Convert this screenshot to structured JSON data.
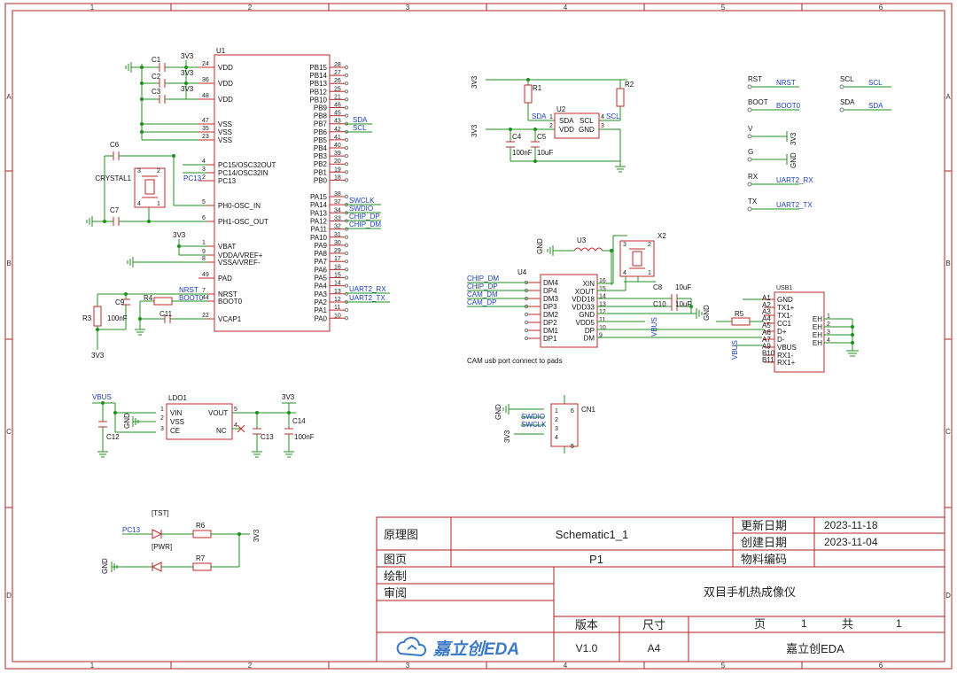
{
  "ruler": {
    "cols": [
      "1",
      "2",
      "3",
      "4",
      "5",
      "6"
    ],
    "rows": [
      "A",
      "B",
      "C",
      "D"
    ]
  },
  "u1": {
    "ref": "U1",
    "left_pins": [
      {
        "n": "24",
        "name": "VDD"
      },
      {
        "n": "36",
        "name": "VDD"
      },
      {
        "n": "48",
        "name": "VDD"
      },
      {
        "n": "47",
        "name": "VSS"
      },
      {
        "n": "35",
        "name": "VSS"
      },
      {
        "n": "23",
        "name": "VSS"
      },
      {
        "n": "4",
        "name": "PC15/OSC32OUT"
      },
      {
        "n": "3",
        "name": "PC14/OSC32IN"
      },
      {
        "n": "2",
        "name": "PC13"
      },
      {
        "n": "5",
        "name": "PH0-OSC_IN"
      },
      {
        "n": "6",
        "name": "PH1-OSC_OUT"
      },
      {
        "n": "1",
        "name": "VBAT"
      },
      {
        "n": "9",
        "name": "VDDA/VREF+"
      },
      {
        "n": "8",
        "name": "VSSA/VREF-"
      },
      {
        "n": "49",
        "name": "PAD"
      },
      {
        "n": "7",
        "name": "NRST"
      },
      {
        "n": "44",
        "name": "BOOT0"
      },
      {
        "n": "22",
        "name": "VCAP1"
      }
    ],
    "right_pins": [
      {
        "n": "28",
        "name": "PB15"
      },
      {
        "n": "27",
        "name": "PB14"
      },
      {
        "n": "26",
        "name": "PB13"
      },
      {
        "n": "25",
        "name": "PB12"
      },
      {
        "n": "21",
        "name": "PB10"
      },
      {
        "n": "46",
        "name": "PB9"
      },
      {
        "n": "45",
        "name": "PB8"
      },
      {
        "n": "43",
        "name": "PB7"
      },
      {
        "n": "42",
        "name": "PB6"
      },
      {
        "n": "41",
        "name": "PB5"
      },
      {
        "n": "40",
        "name": "PB4"
      },
      {
        "n": "39",
        "name": "PB3"
      },
      {
        "n": "20",
        "name": "PB2"
      },
      {
        "n": "19",
        "name": "PB1"
      },
      {
        "n": "18",
        "name": "PB0"
      },
      {
        "n": "38",
        "name": "PA15"
      },
      {
        "n": "37",
        "name": "PA14"
      },
      {
        "n": "34",
        "name": "PA13"
      },
      {
        "n": "33",
        "name": "PA12"
      },
      {
        "n": "32",
        "name": "PA11"
      },
      {
        "n": "31",
        "name": "PA10"
      },
      {
        "n": "30",
        "name": "PA9"
      },
      {
        "n": "29",
        "name": "PA8"
      },
      {
        "n": "17",
        "name": "PA7"
      },
      {
        "n": "16",
        "name": "PA6"
      },
      {
        "n": "15",
        "name": "PA5"
      },
      {
        "n": "14",
        "name": "PA4"
      },
      {
        "n": "13",
        "name": "PA3"
      },
      {
        "n": "12",
        "name": "PA2"
      },
      {
        "n": "11",
        "name": "PA1"
      },
      {
        "n": "10",
        "name": "PA0"
      }
    ],
    "right_nets": {
      "sda": "SDA",
      "scl": "SCL",
      "swclk": "SWCLK",
      "swdio": "SWDIO",
      "chip_dp": "CHIP_DP",
      "chip_dm": "CHIP_DM",
      "uart_rx": "UART2_RX",
      "uart_tx": "UART2_TX"
    }
  },
  "mcu_parts": {
    "c1": "C1",
    "c2": "C2",
    "c3": "C3",
    "v3": "3V3",
    "c6": "C6",
    "crystal": "CRYSTAL1",
    "c7": "C7",
    "pc13": "PC13",
    "c9": "C9",
    "c9_val": "100nF",
    "r3": "R3",
    "r4": "R4",
    "c11": "C11",
    "nrst": "NRST",
    "boot0": "BOOT0",
    "v3_bottom": "3V3",
    "p1": "1",
    "p2": "2",
    "p3": "3",
    "p4": "4"
  },
  "i2c_block": {
    "v3a": "3V3",
    "v3b": "3V3",
    "r1": "R1",
    "r2": "R2",
    "sda": "SDA",
    "scl": "SCL",
    "u2": "U2",
    "pins": [
      "SDA",
      "SCL",
      "VDD",
      "GND"
    ],
    "pn1": "1",
    "pn2": "2",
    "pn3": "3",
    "pn4": "4",
    "c4": "C4",
    "c5": "C5",
    "c4v": "100nF",
    "c5v": "10uF"
  },
  "u4_block": {
    "u4": "U4",
    "u3": "U3",
    "x2": "X2",
    "gnd": "GND",
    "left_nets": [
      "CHIP_DM",
      "CHIP_DP",
      "CAM_DM",
      "CAM_DP"
    ],
    "left_pins": [
      "DM4",
      "DP4",
      "DM3",
      "DP3",
      "DM2",
      "DP2",
      "DM1",
      "DP1"
    ],
    "right_pins": [
      {
        "n": "16",
        "name": "XIN"
      },
      {
        "n": "15",
        "name": "XOUT"
      },
      {
        "n": "14",
        "name": "VDD18"
      },
      {
        "n": "13",
        "name": "VDD33"
      },
      {
        "n": "12",
        "name": "GND"
      },
      {
        "n": "11",
        "name": "VDD5"
      },
      {
        "n": "10",
        "name": "DP"
      },
      {
        "n": "9",
        "name": "DM"
      }
    ],
    "c8": "C8",
    "c8v": "10uF",
    "c10": "C10",
    "c10v": "10uF",
    "x2p": [
      "1",
      "2",
      "3",
      "4"
    ],
    "note": "CAM usb port connect to pads"
  },
  "usb": {
    "ref": "USB1",
    "r5": "R5",
    "vbus1": "VBUS",
    "vbus2": "VBUS",
    "gnd": "GND",
    "a_pins": [
      "A1",
      "A2",
      "A3",
      "A4",
      "A5",
      "A6",
      "A7",
      "A9",
      "B10",
      "B11"
    ],
    "names": [
      "GND",
      "TX1+",
      "TX1-",
      "CC1",
      "D+",
      "D-",
      "VBUS",
      "RX1-",
      "RX1+"
    ],
    "eh": [
      "EH",
      "EH",
      "EH",
      "EH"
    ],
    "ehn": [
      "1",
      "2",
      "3",
      "4"
    ]
  },
  "pads": [
    {
      "label": "RST",
      "net": "NRST"
    },
    {
      "label": "BOOT",
      "net": "BOOT0"
    },
    {
      "label": "V",
      "net": "3V3"
    },
    {
      "label": "G",
      "net": "GND"
    },
    {
      "label": "RX",
      "net": "UART2_RX"
    },
    {
      "label": "TX",
      "net": "UART2_TX"
    },
    {
      "label": "SCL",
      "net": "SCL"
    },
    {
      "label": "SDA",
      "net": "SDA"
    }
  ],
  "ldo": {
    "ref": "LDO1",
    "vbus": "VBUS",
    "v3": "3V3",
    "pins_l": [
      "VIN",
      "VSS",
      "CE"
    ],
    "pins_r": [
      "VOUT",
      "NC"
    ],
    "pn": [
      "1",
      "2",
      "3",
      "5",
      "4"
    ],
    "c12": "C12",
    "c13": "C13",
    "c14": "C14",
    "c14v": "100nF",
    "gnd": "GND"
  },
  "cn1": {
    "ref": "CN1",
    "gnd": "GND",
    "v3": "3V3",
    "nets": [
      "SWDIO",
      "SWCLK"
    ],
    "pins": [
      "1",
      "2",
      "3",
      "4",
      "5",
      "6"
    ]
  },
  "leds": {
    "pc13": "PC13",
    "tst": "[TST]",
    "pwr": "[PWR]",
    "r6": "R6",
    "r7": "R7",
    "gnd": "GND",
    "v3": "3V3"
  },
  "title_block": {
    "lbl_schematic": "原理图",
    "schematic_name": "Schematic1_1",
    "lbl_updated": "更新日期",
    "updated": "2023-11-18",
    "lbl_created": "创建日期",
    "created": "2023-11-04",
    "lbl_page": "图页",
    "page": "P1",
    "lbl_part": "物料编码",
    "lbl_drawn": "绘制",
    "lbl_review": "审阅",
    "project": "双目手机热成像仪",
    "lbl_version": "版本",
    "lbl_size": "尺寸",
    "lbl_pg": "页",
    "pg": "1",
    "lbl_total": "共",
    "total": "1",
    "version": "V1.0",
    "size": "A4",
    "company": "嘉立创EDA",
    "logo": "嘉立创EDA"
  }
}
